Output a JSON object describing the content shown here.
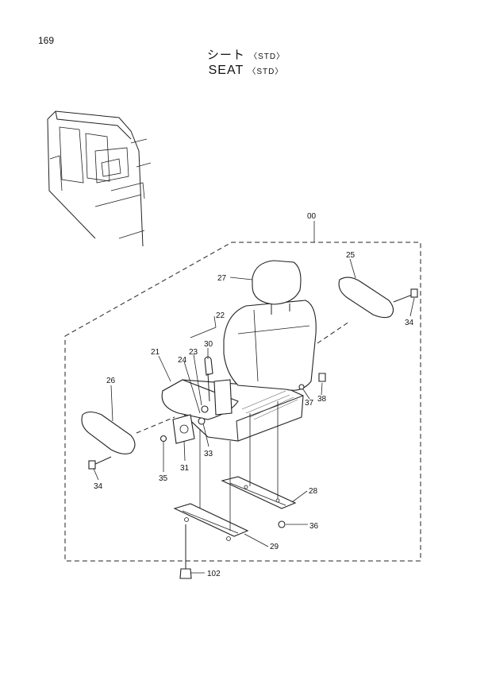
{
  "page": {
    "number": "169"
  },
  "title": {
    "japanese": "シート",
    "english": "SEAT",
    "variant": "〈STD〉"
  },
  "callouts": [
    {
      "id": "c00",
      "label": "00"
    },
    {
      "id": "c21",
      "label": "21"
    },
    {
      "id": "c22",
      "label": "22"
    },
    {
      "id": "c23",
      "label": "23"
    },
    {
      "id": "c24",
      "label": "24"
    },
    {
      "id": "c25",
      "label": "25"
    },
    {
      "id": "c26",
      "label": "26"
    },
    {
      "id": "c27",
      "label": "27"
    },
    {
      "id": "c28",
      "label": "28"
    },
    {
      "id": "c29",
      "label": "29"
    },
    {
      "id": "c30",
      "label": "30"
    },
    {
      "id": "c31",
      "label": "31"
    },
    {
      "id": "c33",
      "label": "33"
    },
    {
      "id": "c34a",
      "label": "34"
    },
    {
      "id": "c34b",
      "label": "34"
    },
    {
      "id": "c35",
      "label": "35"
    },
    {
      "id": "c36",
      "label": "36"
    },
    {
      "id": "c37",
      "label": "37"
    },
    {
      "id": "c38",
      "label": "38"
    },
    {
      "id": "c102",
      "label": "102"
    }
  ]
}
